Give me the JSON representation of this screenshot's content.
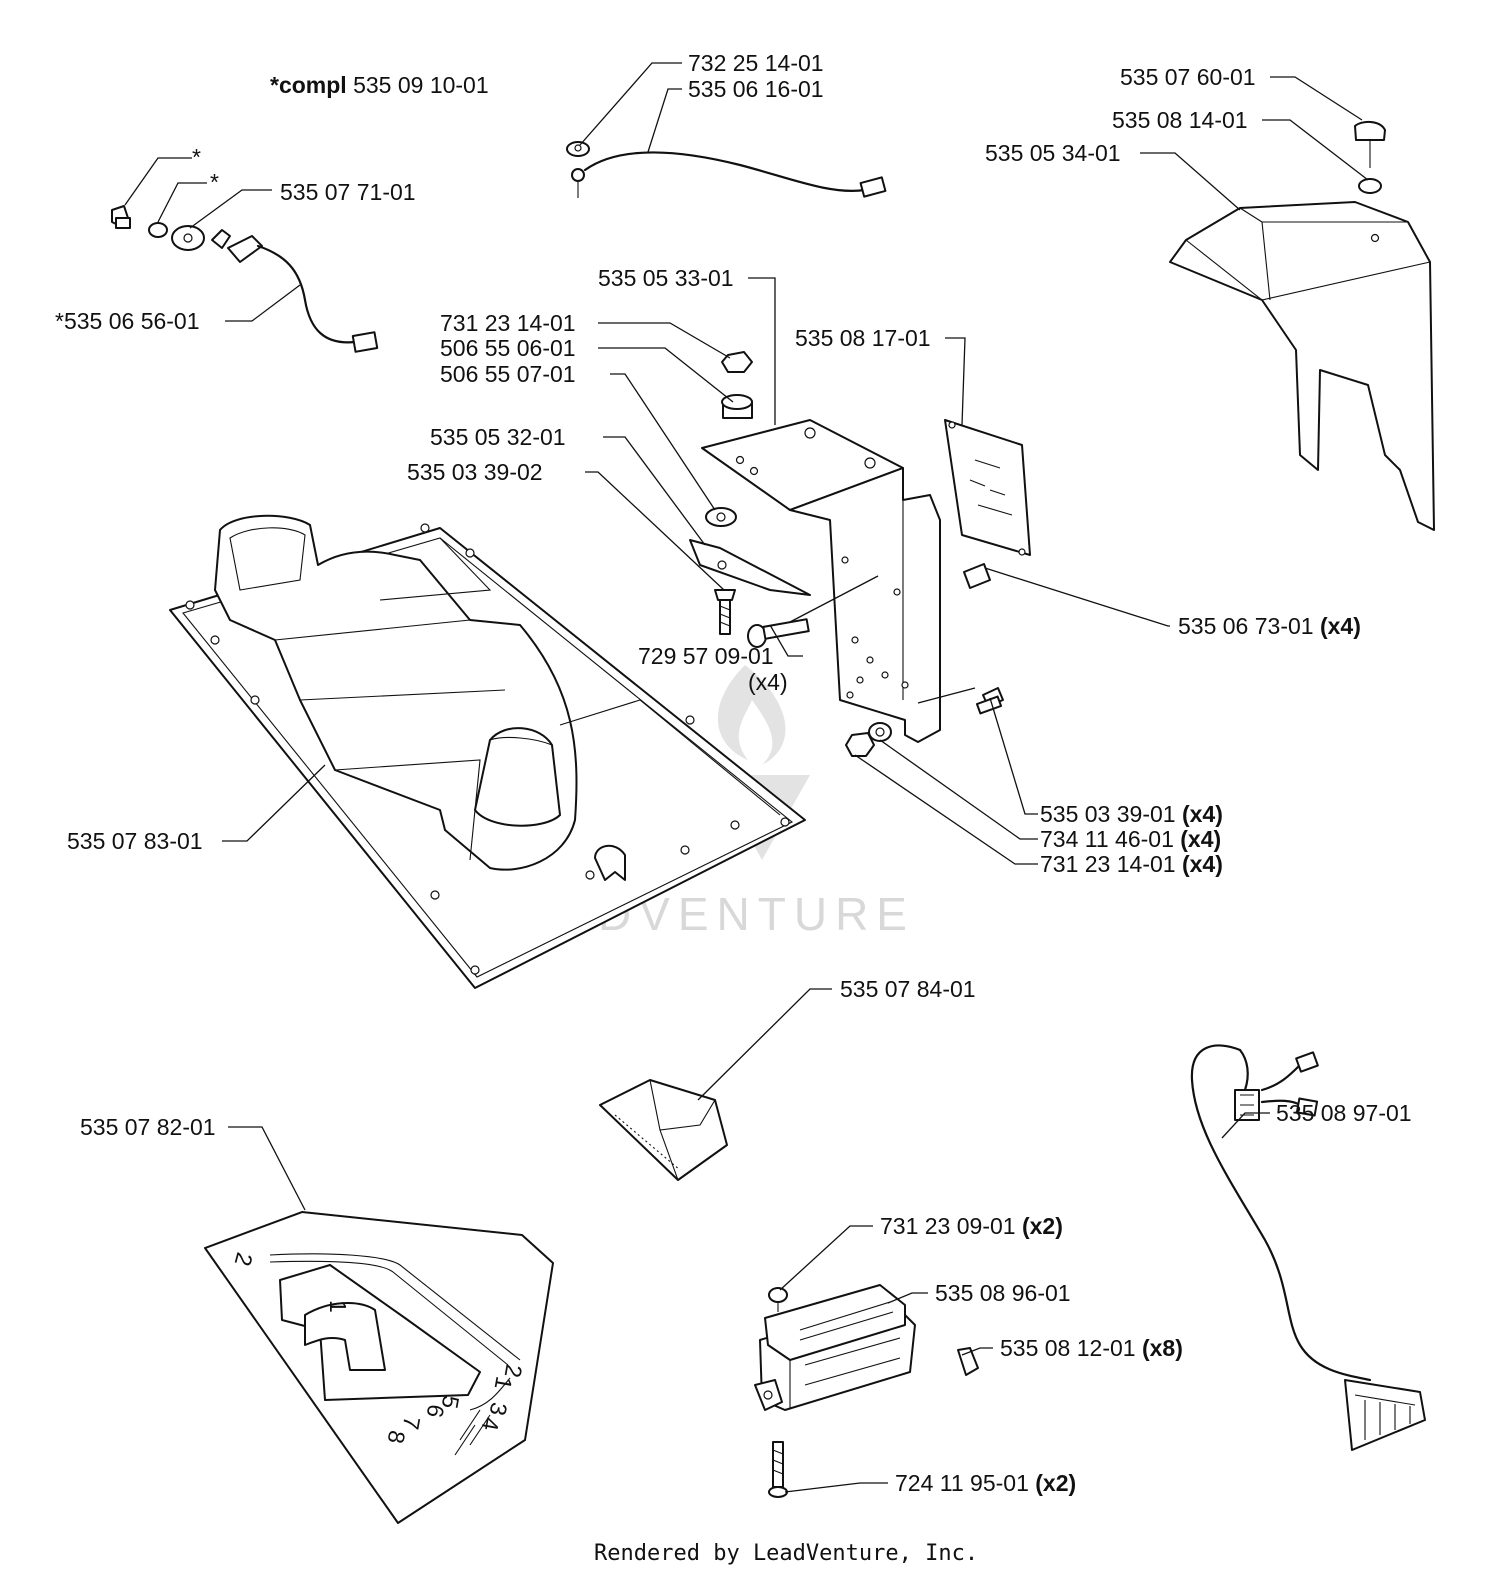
{
  "compl": {
    "prefix": "*compl",
    "number": "535 09 10-01"
  },
  "labels": {
    "p1": "732 25 14-01",
    "p2": "535 06 16-01",
    "p3": "535 07 60-01",
    "p4": "535 08 14-01",
    "p5": "535 05 34-01",
    "p6": "*",
    "p7": "*",
    "p8": "535 07 71-01",
    "p9": "*535 06 56-01",
    "p10": "535 05 33-01",
    "p11": "731 23 14-01",
    "p12": "506 55 06-01",
    "p13": "506 55 07-01",
    "p14": "535 08 17-01",
    "p15": "535 05 32-01",
    "p16": "535 03 39-02",
    "p17": "535 06 73-01",
    "p18": "729 57 09-01",
    "p19": "535 03 39-01",
    "p20": "734 11 46-01",
    "p21": "731 23 14-01",
    "p22": "535 07 83-01",
    "p23": "535 07 84-01",
    "p24": "535 08 97-01",
    "p25": "535 07 82-01",
    "p26": "731 23 09-01",
    "p27": "535 08 96-01",
    "p28": "535 08 12-01",
    "p29": "724 11 95-01"
  },
  "qty": {
    "p17": "(x4)",
    "p18": "(x4)",
    "p19": "(x4)",
    "p20": "(x4)",
    "p21": "(x4)",
    "p26": "(x2)",
    "p28": "(x8)",
    "p29": "(x2)"
  },
  "plate_marks": [
    "2",
    "1",
    "2",
    "1",
    "3",
    "4",
    "5",
    "6",
    "7",
    "8"
  ],
  "watermark": "LEADVENTURE",
  "footer": "Rendered by LeadVenture, Inc."
}
